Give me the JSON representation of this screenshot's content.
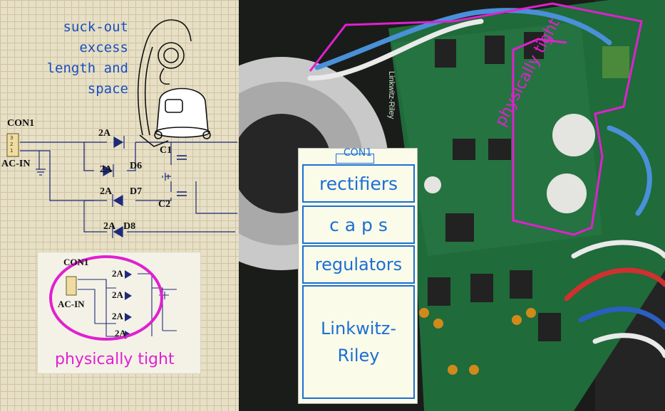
{
  "schematic": {
    "note_lines": [
      "suck-out",
      "excess",
      "length and",
      "space"
    ],
    "con1": "CON1",
    "ac_in": "AC-IN",
    "pin_labels": [
      "3",
      "2",
      "1"
    ],
    "diodes": [
      {
        "rating": "2A",
        "name": ""
      },
      {
        "rating": "2A",
        "name": "D6"
      },
      {
        "rating": "2A",
        "name": "D7"
      },
      {
        "rating": "2A",
        "name": "D8"
      }
    ],
    "caps": [
      "C1",
      "C2"
    ]
  },
  "inset": {
    "con1": "CON1",
    "ac_in": "AC-IN",
    "diode_ratings": [
      "2A",
      "2A",
      "2A",
      "2A"
    ],
    "caption": "physically tight"
  },
  "photo": {
    "annotation": "physically tight",
    "board_text": "Linkwitz-Riley"
  },
  "block_diagram": {
    "connector": "CON1",
    "blocks": [
      "rectifiers",
      "c a p s",
      "regulators",
      "Linkwitz-\nRiley"
    ]
  },
  "colors": {
    "annotation": "#e020d0",
    "block": "#1a6fd6",
    "note": "#1a4fc0",
    "pcb": "#1f6b3a"
  }
}
